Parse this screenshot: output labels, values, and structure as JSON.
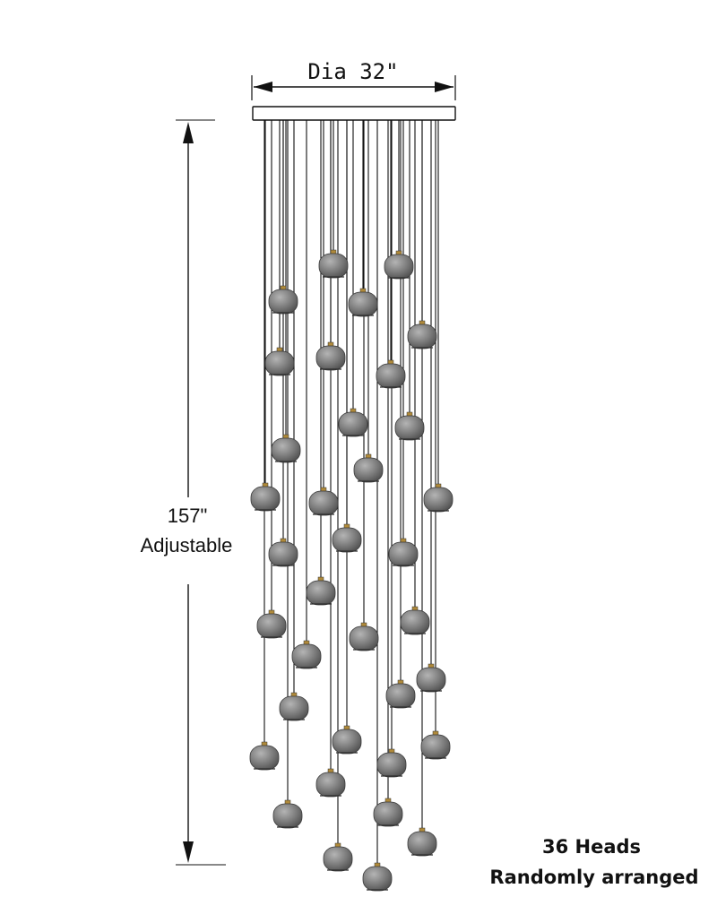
{
  "dimensions": {
    "diameter_label": "Dia 32\"",
    "height_label_value": "157\"",
    "height_label_note": "Adjustable"
  },
  "note": {
    "line1": "36 Heads",
    "line2": "Randomly arranged"
  },
  "colors": {
    "line": "#111111",
    "shade": "#7d7d7d",
    "shade_dark": "#4e4e4e",
    "shade_light": "#b4b4b4",
    "cap": "#b08a3a"
  }
}
